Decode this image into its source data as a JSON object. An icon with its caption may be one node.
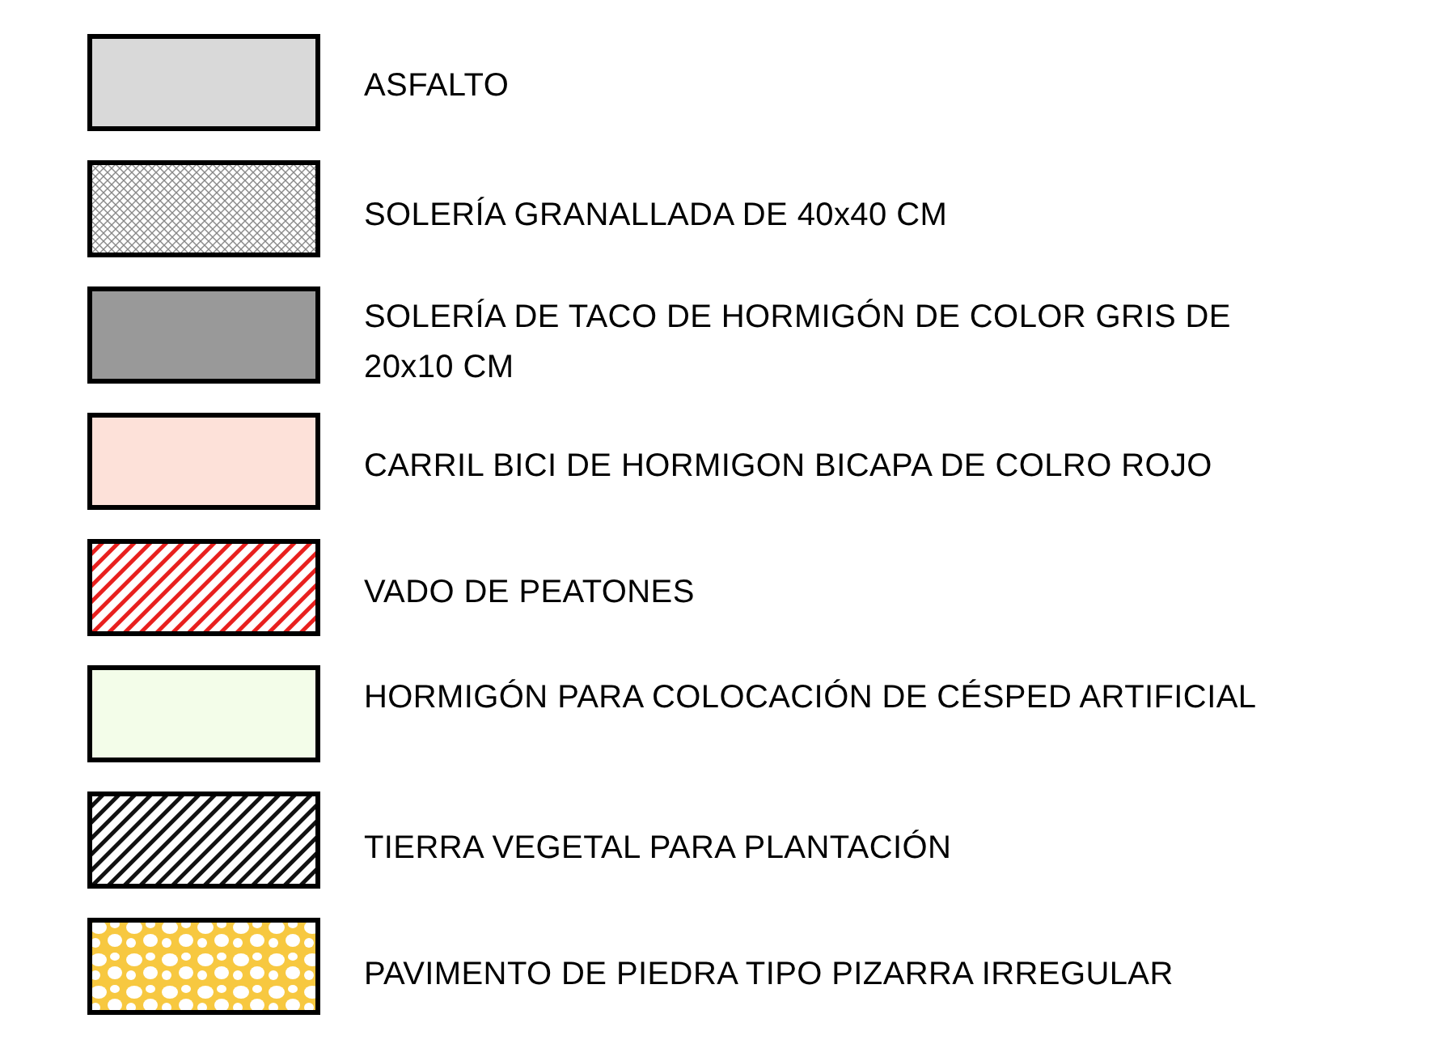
{
  "diagram": {
    "legend": [
      {
        "text": "ASFALTO",
        "color": "#d9d9d9"
      },
      {
        "text": "SOLERÍA GRANALLADA DE 40x40 CM"
      },
      {
        "text": "SOLERÍA DE TACO DE HORMIGÓN DE COLOR GRIS DE 20x10 CM",
        "color": "#999999"
      },
      {
        "text": "CARRIL BICI DE HORMIGON BICAPA DE COLRO ROJO",
        "color": "#fde1d9"
      },
      {
        "text": "VADO DE PEATONES"
      },
      {
        "text": "HORMIGÓN PARA COLOCACIÓN DE CÉSPED ARTIFICIAL",
        "color": "#f3fde9"
      },
      {
        "text": "TIERRA VEGETAL PARA PLANTACIÓN"
      },
      {
        "text": "PAVIMENTO DE PIEDRA TIPO PIZARRA IRREGULAR"
      }
    ]
  }
}
